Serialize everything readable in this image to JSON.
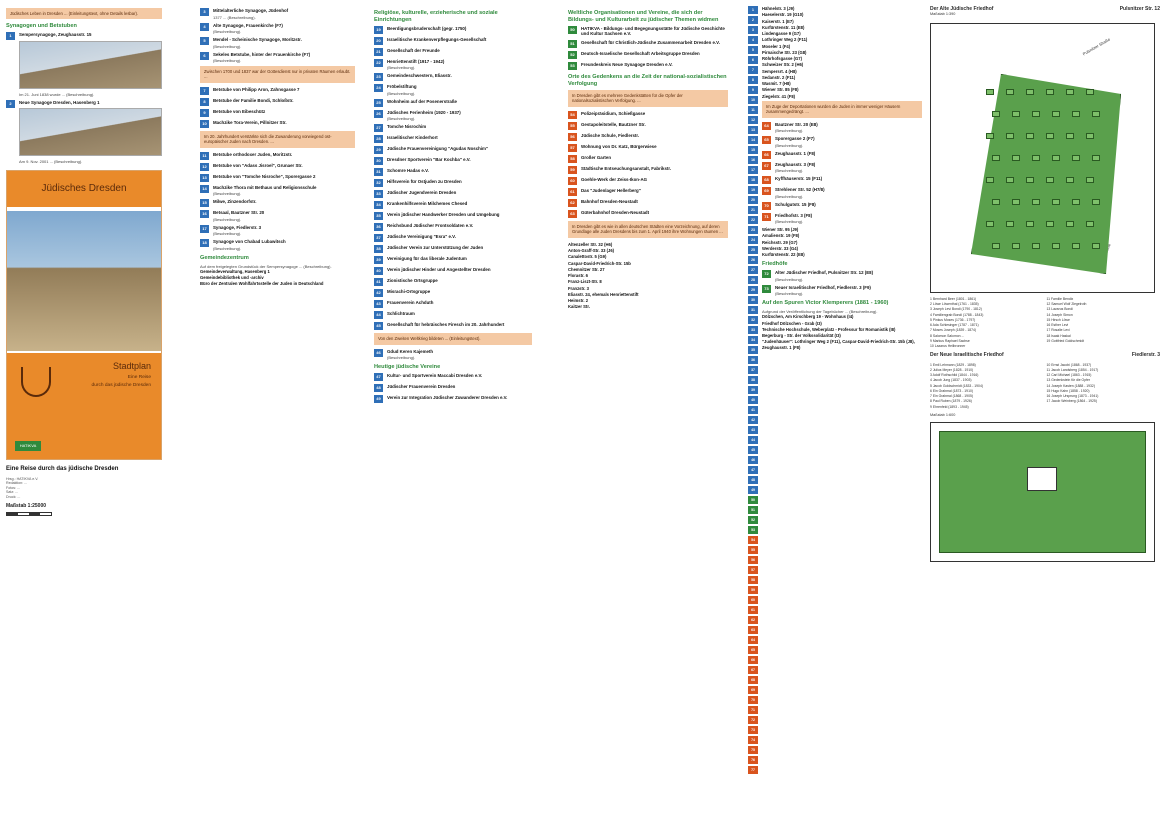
{
  "col1": {
    "intro_box": "Jüdisches Leben in Dresden ... (Einleitungstext, ohne Details lesbar).",
    "section_title": "Synagogen und Betstuben",
    "entries": [
      {
        "num": "1",
        "title": "Sempersynagoge, Zeughausstr. 15",
        "text": "Im 21. Juni 1838 wurde ... (Beschreibung)."
      },
      {
        "num": "2",
        "title": "Neue Synagoge Dresden, Hasenberg 1",
        "text": "Am 9. Nov. 2001 ... (Beschreibung)."
      }
    ],
    "cover": {
      "title": "Jüdisches Dresden",
      "plan_title": "Stadtplan",
      "plan_sub_1": "Eine Reise",
      "plan_sub_2": "durch das jüdische Dresden",
      "logo": "HATIKVA"
    },
    "reise_title": "Eine Reise durch das jüdische Dresden",
    "imprint_lines": [
      "Hrsg.: HATIKVA e.V.",
      "Redaktion: ...",
      "Fotos: ...",
      "Satz: ...",
      "Druck: ..."
    ],
    "scale": "Maßstab 1:25000"
  },
  "col2": {
    "entries": [
      {
        "num": "3",
        "title": "Mittelalterliche Synagoge, Jüdenhof",
        "text": "1377 ... (Beschreibung)."
      },
      {
        "num": "4",
        "title": "Alte Synagoge, Frauenkirche (F7)",
        "text": "(Beschreibung)."
      },
      {
        "num": "5",
        "title": "Mendel - Scheinische Synagoge, Moritzstr.",
        "text": "(Beschreibung)."
      },
      {
        "num": "6",
        "title": "Sekeles Betstube, hinter der Frauenkirche (F7)",
        "text": "(Beschreibung)."
      },
      {
        "num": "7",
        "title": "Betstube von Philipp Aron, Zahnsgasse 7",
        "text": ""
      },
      {
        "num": "8",
        "title": "Betstube der Familie Bondi, Schloßstr.",
        "text": ""
      },
      {
        "num": "9",
        "title": "Betstube von Eibeschütz",
        "text": ""
      },
      {
        "num": "10",
        "title": "Machzike Tora-Verein, Pillnitzer Str.",
        "text": ""
      }
    ],
    "box_1": "Zwischen 1700 und 1837 war der Gottesdienst nur in privaten Räumen erlaubt. ...",
    "box_2": "Im 20. Jahrhundert verstärkte sich die Zuwanderung vorwiegend ost-europäischer Juden nach Dresden. ...",
    "entries_2": [
      {
        "num": "11",
        "title": "Betstube orthodoxer Juden, Moritzstr.",
        "text": ""
      },
      {
        "num": "12",
        "title": "Betstube von \"Adass Jisroel\", Grunaer Str.",
        "text": ""
      },
      {
        "num": "13",
        "title": "Betstube von \"Tomche Nisroche\", Sporergasse 2",
        "text": ""
      },
      {
        "num": "14",
        "title": "Machzike Thora mit Bethaus und Religionsschule",
        "text": "(Beschreibung)."
      },
      {
        "num": "15",
        "title": "Milwe, Zinzendorfstr.",
        "text": ""
      },
      {
        "num": "16",
        "title": "Betsaal, Bautzner Str. 20",
        "text": "(Beschreibung)."
      },
      {
        "num": "17",
        "title": "Synagoge, Fiedlerstr. 3",
        "text": "(Beschreibung)."
      },
      {
        "num": "18",
        "title": "Synagoge von Chabad Lubawitsch",
        "text": "(Beschreibung)."
      }
    ],
    "section_title": "Gemeindezentrum",
    "gemeinde_text": "Auf dem freigelegten Grundstück der Sempersynagoge ... (Beschreibung).",
    "gemeinde_list": [
      "Gemeindeverwaltung, Hasenberg 1",
      "Gemeindebibliothek und -archiv",
      "Büro der Zentralen Wohlfahrtsstelle der Juden in Deutschland"
    ]
  },
  "col3": {
    "section_title": "Religiöse, kulturelle, erzieherische und soziale Einrichtungen",
    "entries": [
      {
        "num": "19",
        "title": "Beerdigungsbruderschaft (gegr. 1750)",
        "text": ""
      },
      {
        "num": "20",
        "title": "Israelitische Krankenverpflegungs-Gesellschaft",
        "text": ""
      },
      {
        "num": "21",
        "title": "Gesellschaft der Freunde",
        "text": ""
      },
      {
        "num": "22",
        "title": "Henriettenstift (1917 - 1942)",
        "text": "(Beschreibung)."
      },
      {
        "num": "23",
        "title": "Gemeindeschwestern, Eliasstr.",
        "text": ""
      },
      {
        "num": "24",
        "title": "Fröbelstiftung",
        "text": "(Beschreibung)."
      },
      {
        "num": "25",
        "title": "Wohnheim auf der Posenerstraße",
        "text": ""
      },
      {
        "num": "26",
        "title": "Jüdisches Ferienheim (1920 - 1937)",
        "text": "(Beschreibung)."
      },
      {
        "num": "27",
        "title": "Tomche Nisrochim",
        "text": ""
      },
      {
        "num": "28",
        "title": "Israelitischer Kinderhort",
        "text": ""
      },
      {
        "num": "29",
        "title": "Jüdische Frauenvereinigung \"Agudas Noschim\"",
        "text": ""
      },
      {
        "num": "30",
        "title": "Dresdner Sportverein \"Bar Kochba\" e.V.",
        "text": ""
      },
      {
        "num": "31",
        "title": "Schomre Hadas e.V.",
        "text": ""
      },
      {
        "num": "32",
        "title": "Hilfsverein für Ostjuden zu Dresden",
        "text": ""
      },
      {
        "num": "33",
        "title": "Jüdischer Jugendverein Dresden",
        "text": ""
      },
      {
        "num": "34",
        "title": "Krankenhilfsverein Milchemes Chesed",
        "text": ""
      },
      {
        "num": "35",
        "title": "Verein jüdischer Handwerker Dresden und Umgebung",
        "text": ""
      },
      {
        "num": "36",
        "title": "Reichsbund Jüdischer Frontsoldaten e.V.",
        "text": ""
      },
      {
        "num": "37",
        "title": "Jüdische Vereinigung \"Esra\" e.V.",
        "text": ""
      },
      {
        "num": "38",
        "title": "Jüdischer Verein zur Unterstützung der Juden",
        "text": ""
      },
      {
        "num": "39",
        "title": "Vereinigung für das liberale Judentum",
        "text": ""
      },
      {
        "num": "40",
        "title": "Verein jüdischer Hinder und Angestellter Dresden",
        "text": ""
      },
      {
        "num": "41",
        "title": "Zionistische Ortsgruppe",
        "text": ""
      },
      {
        "num": "42",
        "title": "Misrachi-Ortsgruppe",
        "text": ""
      },
      {
        "num": "43",
        "title": "Frauenverein Achduth",
        "text": ""
      },
      {
        "num": "44",
        "title": "Schlichtraum",
        "text": ""
      },
      {
        "num": "45",
        "title": "Gesellschaft für hebräisches Firesch im 20. Jahrhundert",
        "text": ""
      }
    ],
    "box_1": "Von den Zweiten Weltkrieg bildeten ... (Einleitungstext).",
    "entries_2": [
      {
        "num": "46",
        "title": "Gdud Keren Kajemeth",
        "text": "(Beschreibung)."
      }
    ],
    "section_title_2": "Heutige jüdische Vereine",
    "entries_3": [
      {
        "num": "47",
        "title": "Kultur- und Sportverein Maccabi Dresden e.V.",
        "text": ""
      },
      {
        "num": "48",
        "title": "Jüdischer Frauenverein Dresden",
        "text": ""
      },
      {
        "num": "49",
        "title": "Verein zur Integration Jüdischer Zuwanderer Dresden e.V.",
        "text": ""
      }
    ]
  },
  "col4": {
    "intro": "Weltliche Organisationen und Vereine, die sich der Bildungs- und Kulturarbeit zu jüdischer Themen widmen",
    "entries": [
      {
        "num": "50",
        "title": "HATIKVA - Bildungs- und Begegnungsstätte für Jüdische Geschichte und Kultur Sachsen e.V.",
        "text": ""
      },
      {
        "num": "51",
        "title": "Gesellschaft für Christlich-Jüdische Zusammenarbeit Dresden e.V.",
        "text": ""
      },
      {
        "num": "52",
        "title": "Deutsch-Israelische Gesellschaft Arbeitsgruppe Dresden",
        "text": ""
      },
      {
        "num": "53",
        "title": "Freundeskreis Neue Synagoge Dresden e.V.",
        "text": ""
      }
    ],
    "section_title": "Orte des Gedenkens an die Zeit der national-sozialistischen Verfolgung",
    "box_1": "In Dresden gibt es mehrere Gedenkstätten für die Opfer der nationalsozialistischen Verfolgung. ...",
    "entries_2": [
      {
        "num": "54",
        "title": "Polizeipräsidium, Schießgasse",
        "text": ""
      },
      {
        "num": "55",
        "title": "Gestapoleitstelle, Bautzner Str.",
        "text": ""
      },
      {
        "num": "56",
        "title": "Jüdische Schule, Fiedlerstr.",
        "text": ""
      },
      {
        "num": "57",
        "title": "Wohnung von Dr. Katz, Bürgerwiese",
        "text": ""
      },
      {
        "num": "58",
        "title": "Großer Garten",
        "text": ""
      },
      {
        "num": "59",
        "title": "Städtische Entseuchungsanstalt, Fabrikstr.",
        "text": ""
      },
      {
        "num": "60",
        "title": "Goehle-Werk der Zeiss-Ikon-AG",
        "text": ""
      },
      {
        "num": "61",
        "title": "Das \"Judenlager Hellerberg\"",
        "text": ""
      },
      {
        "num": "62",
        "title": "Bahnhof Dresden-Neustadt",
        "text": ""
      },
      {
        "num": "63",
        "title": "Güterbahnhof Dresden-Neustadt",
        "text": ""
      }
    ],
    "box_2": "In Dresden gibt es wie in allen deutschen Städten eine Vorzeichnung, auf deren Grundlage alle Juden Dresdens bis zum 1. April 1940 ihre Wohnungen räumen ...",
    "stumble": [
      "Altenzeller Str. 32 (H6)",
      "Anton-Graff-Str. 33 (J6)",
      "Canalettostr. 5 (G9)",
      "Caspar-David-Friedrich-Str. 15b",
      "Chemnitzer Str. 27",
      "Florastr. 6",
      "Franz-Liszt-Str. 8",
      "Franzstr. 3",
      "Eliasstr. 24, ehemals Henriettenstift",
      "Heimstr. 2",
      "Kaitzer Str."
    ]
  },
  "col5": {
    "list_a": [
      "Hähnelstr. 3 (J9)",
      "Haeselerstr. 19 (G10)",
      "Kaiserstr. 1 (E7)",
      "Kurfürstenstr. 11 (E8)",
      "Lindengasse 9 (G7)",
      "Lothringer Weg 2 (F11)",
      "Moseler 1 (F4)",
      "Pirnaische Str. 23 (G8)",
      "Röhrhofsgasse (G7)",
      "Schweizer Str. 2 (H6)",
      "Sempersrt. 4 (H8)",
      "Sedanstr. 2 (F11)",
      "Wasmit. 7 (H8)",
      "Wiener Str. 85 (F8)",
      "Ziegelstr. 41 (F8)"
    ],
    "box_1": "Im Zuge der Deportationen wurden die Juden in immer weniger Häusern zusammengedrängt. ...",
    "entries": [
      {
        "num": "64",
        "title": "Bautzner Str. 20 (E8)",
        "text": "(Beschreibung)."
      },
      {
        "num": "65",
        "title": "Sporergasse 2 (F7)",
        "text": "(Beschreibung)."
      },
      {
        "num": "66",
        "title": "Zeughausstr. 1 (F8)",
        "text": ""
      },
      {
        "num": "67",
        "title": "Zeughausstr. 3 (F8)",
        "text": "(Beschreibung)."
      },
      {
        "num": "68",
        "title": "Kyffhäuserstr. 15 (F11)",
        "text": ""
      },
      {
        "num": "69",
        "title": "Strehlener Str. 52 (H7/8)",
        "text": "(Beschreibung)."
      },
      {
        "num": "70",
        "title": "Schulgutstr. 15 (F8)",
        "text": ""
      },
      {
        "num": "71",
        "title": "Friedhofstr. 3 (F8)",
        "text": "(Beschreibung)."
      }
    ],
    "list_b": [
      "Wiener Str. 95 (J9)",
      "Amalienstr. 19 (F8)",
      "Reichsstr. 29 (G7)",
      "Werderstr. 33 (G4)",
      "Kurfürstenstr. 22 (E8)"
    ],
    "section_title": "Friedhöfe",
    "entries_2": [
      {
        "num": "72",
        "title": "Alter Jüdischer Friedhof, Pulsnitzer Str. 12 (E8)",
        "text": "(Beschreibung)."
      },
      {
        "num": "73",
        "title": "Neuer Israelitischer Friedhof, Fiedlerstr. 3 (F9)",
        "text": "(Beschreibung)."
      }
    ],
    "section_title_2": "Auf den Spuren Victor Klemperers (1881 - 1960)",
    "klemperer_text": "Aufgrund der Veröffentlichung der Tagebücher ... (Beschreibung).",
    "klemperer_list": [
      "Dölzschen, Am Kirschberg 19 - Wohnhaus (I4)",
      "Friedhof Dölzschen - Grab (I3)",
      "Technische Hochschule, Weberplatz - Professur für Romanistik (I8)",
      "Begerburg - Str. der Volkssolidarität (I3)",
      "\"Judenhäuser\": Lothringer Weg 2 (F11), Caspar-David-Friedrich-Str. 15b (J8), Zeughausstr. 1 (F8)"
    ]
  },
  "col6": {
    "map1_title": "Der Alte Jüdische Friedhof",
    "map1_street": "Pulsnitzer Str. 12",
    "map1_scale": "Maßstab 1:390",
    "map1_street_label_1": "Pulsnitzer Straße",
    "map1_street_label_2": "Prießnitzstraße",
    "legend_1": [
      "1  Bernhard Beer (1801 - 1861)",
      "2  Löwe Löwenthal (1761 - 1835)",
      "3  Joseph Levi Bondi (1790 - 1812)",
      "4  Familiengrab Bondi (1788 - 1843)",
      "5  Pinkus Moses (1736 - 1797)",
      "6  Ada Schlesinger (1787 - 1871)",
      "7  Moses Joseph (1839 - 1874)",
      "8  Salomon Salomon ...",
      "9  Markus Raphael Sachse",
      "10 Lazarus Heilbronner",
      "11 Familie Bendix",
      "12 Samuel Wolf Ziegelroth",
      "13 Lazarus Bondi",
      "14 Joseph Simon",
      "15 Hirsch Löwe",
      "16 Esther Levi",
      "17 Rosalie Levi",
      "18 Isaak Haskal",
      "19 Gottfried Goldschmidt"
    ],
    "map2_title": "Der Neue Israelitische Friedhof",
    "map2_street": "Fiedlerstr. 3",
    "legend_2": [
      "1  Emil Lehmann (1829 - 1898)",
      "2  Julius Meyer (1828 - 1910)",
      "3  Adolf Rothschild (1844 - 1916)",
      "4  Jacob Jung (1837 - 1903)",
      "5  Jacob Goldschmidt (1833 - 1904)",
      "6  Ein Grabmal (1873 - 1910)",
      "7  Ein Grabmal (1868 - 1905)",
      "8  Paul Ruben (1879 - 1926)",
      "9  Ehrenfeld (1893 - 1945)",
      "10 Ernst Jacobi (1868 - 1937)",
      "11 Jacob Landsberg (1854 - 1917)",
      "12 Carl Michael (1863 - 1915)",
      "13 Gedenkstein für die Opfer",
      "14 Joseph Kasten (1888 - 1932)",
      "15 Hugo Kahn (1858 - 1920)",
      "16 Joseph Ursprung (1873 - 1941)",
      "17 Jacob Weinberg (1864 - 1925)"
    ],
    "map2_scale": "Maßstab 1:600"
  },
  "strip": [
    "1",
    "2",
    "3",
    "4",
    "5",
    "6",
    "7",
    "8",
    "9",
    "10",
    "11",
    "12",
    "13",
    "14",
    "15",
    "16",
    "17",
    "18",
    "19",
    "20",
    "21",
    "22",
    "23",
    "24",
    "25",
    "26",
    "27",
    "28",
    "29",
    "30",
    "31",
    "32",
    "33",
    "34",
    "35",
    "36",
    "37",
    "38",
    "39",
    "40",
    "41",
    "42",
    "43",
    "44",
    "45",
    "46",
    "47",
    "48",
    "49",
    "50",
    "51",
    "52",
    "53",
    "54",
    "55",
    "56",
    "57",
    "58",
    "59",
    "60",
    "61",
    "62",
    "63",
    "64",
    "65",
    "66",
    "67",
    "68",
    "69",
    "70",
    "71",
    "72",
    "73",
    "74",
    "75",
    "76",
    "77"
  ],
  "colors": {
    "blue": "#2f6fb7",
    "green": "#2f8a3c",
    "orange": "#d9541e",
    "peach": "#f4c9a4"
  }
}
